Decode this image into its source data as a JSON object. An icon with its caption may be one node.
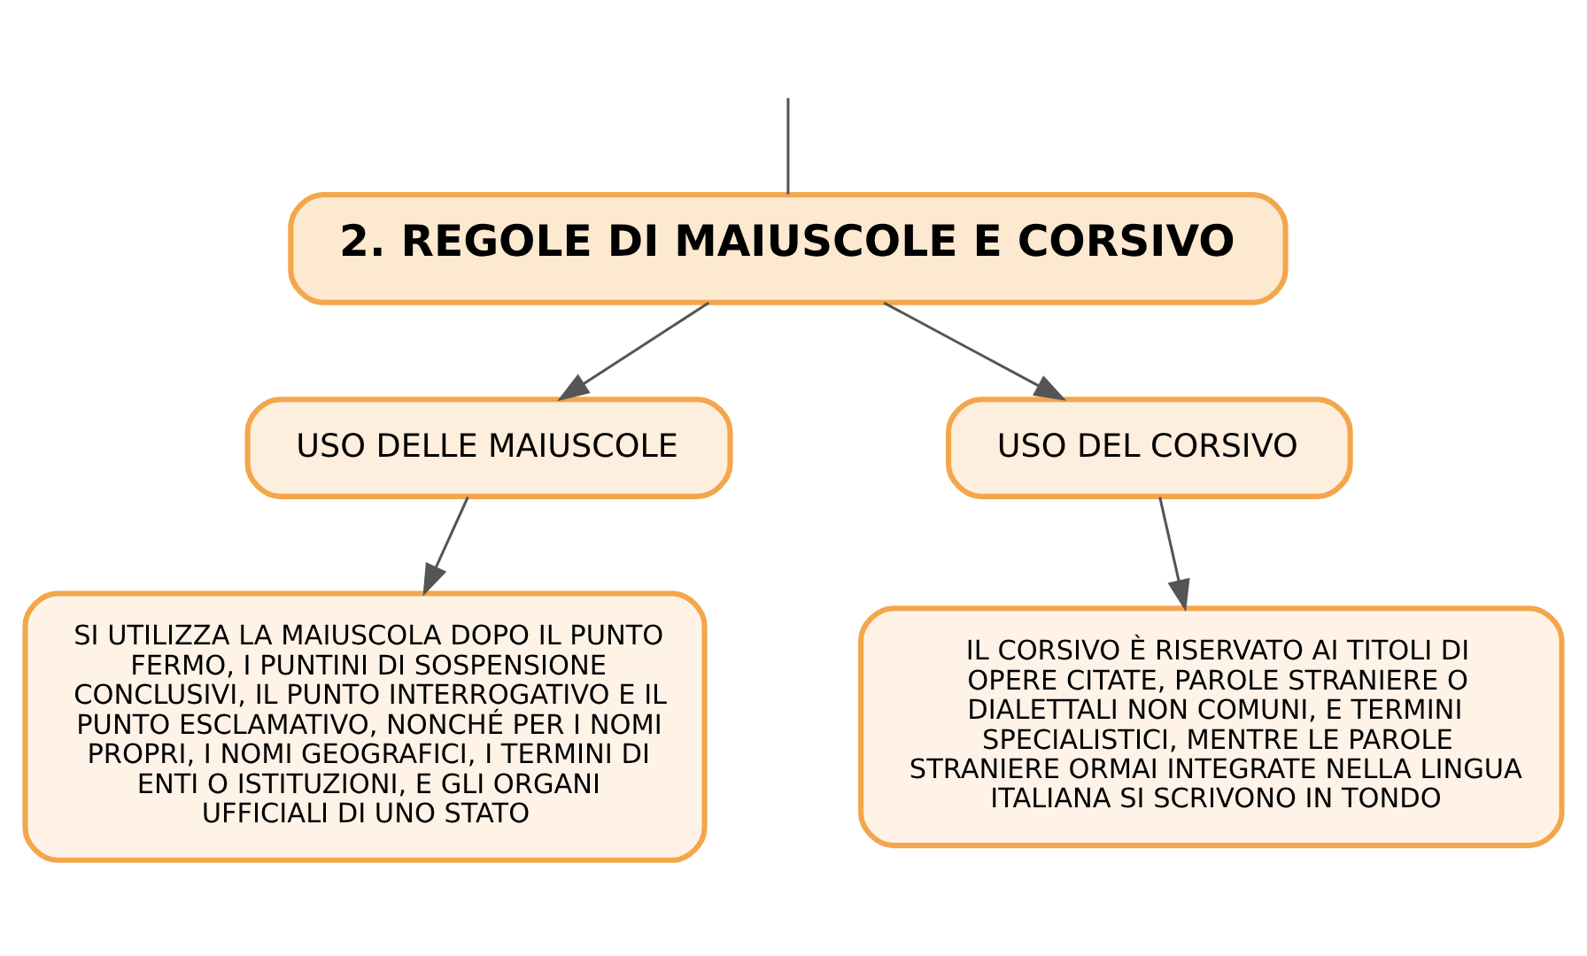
{
  "diagram": {
    "nodes": [
      {
        "text": [
          "2. REGOLE DI MAIUSCOLE E CORSIVO"
        ]
      },
      {
        "text": [
          "USO DELLE MAIUSCOLE"
        ]
      },
      {
        "text": [
          "USO DEL CORSIVO"
        ]
      },
      {
        "text": [
          "SI UTILIZZA LA MAIUSCOLA DOPO IL PUNTO FERMO, I PUNTINI DI SOSPENSIONE CONCLUSIVI, IL PUNTO INTERROGATIVO E IL PUNTO ESCLAMATIVO, NONCHÉ PER I NOMI PROPRI, I NOMI GEOGRAFICI, I TERMINI DI ENTI O ISTITUZIONI, E GLI ORGANI UFFICIALI DI UNO STATO"
        ]
      },
      {
        "text": [
          "IL CORSIVO È RISERVATO AI TITOLI DI OPERE CITATE, PAROLE STRANIERE O DIALETTALI NON COMUNI, E TERMINI SPECIALISTICI, MENTRE LE PAROLE STRANIERE ORMAI INTEGRATE NELLA LINGUA ITALIANA SI SCRIVONO IN TONDO"
        ]
      }
    ],
    "edges": [
      {
        "from": null,
        "to": 0,
        "arrow": "none"
      },
      {
        "from": 0,
        "to": 1,
        "arrow": "to"
      },
      {
        "from": 0,
        "to": 2,
        "arrow": "to"
      },
      {
        "from": 1,
        "to": 3,
        "arrow": "to"
      },
      {
        "from": 2,
        "to": 4,
        "arrow": "to"
      }
    ]
  }
}
